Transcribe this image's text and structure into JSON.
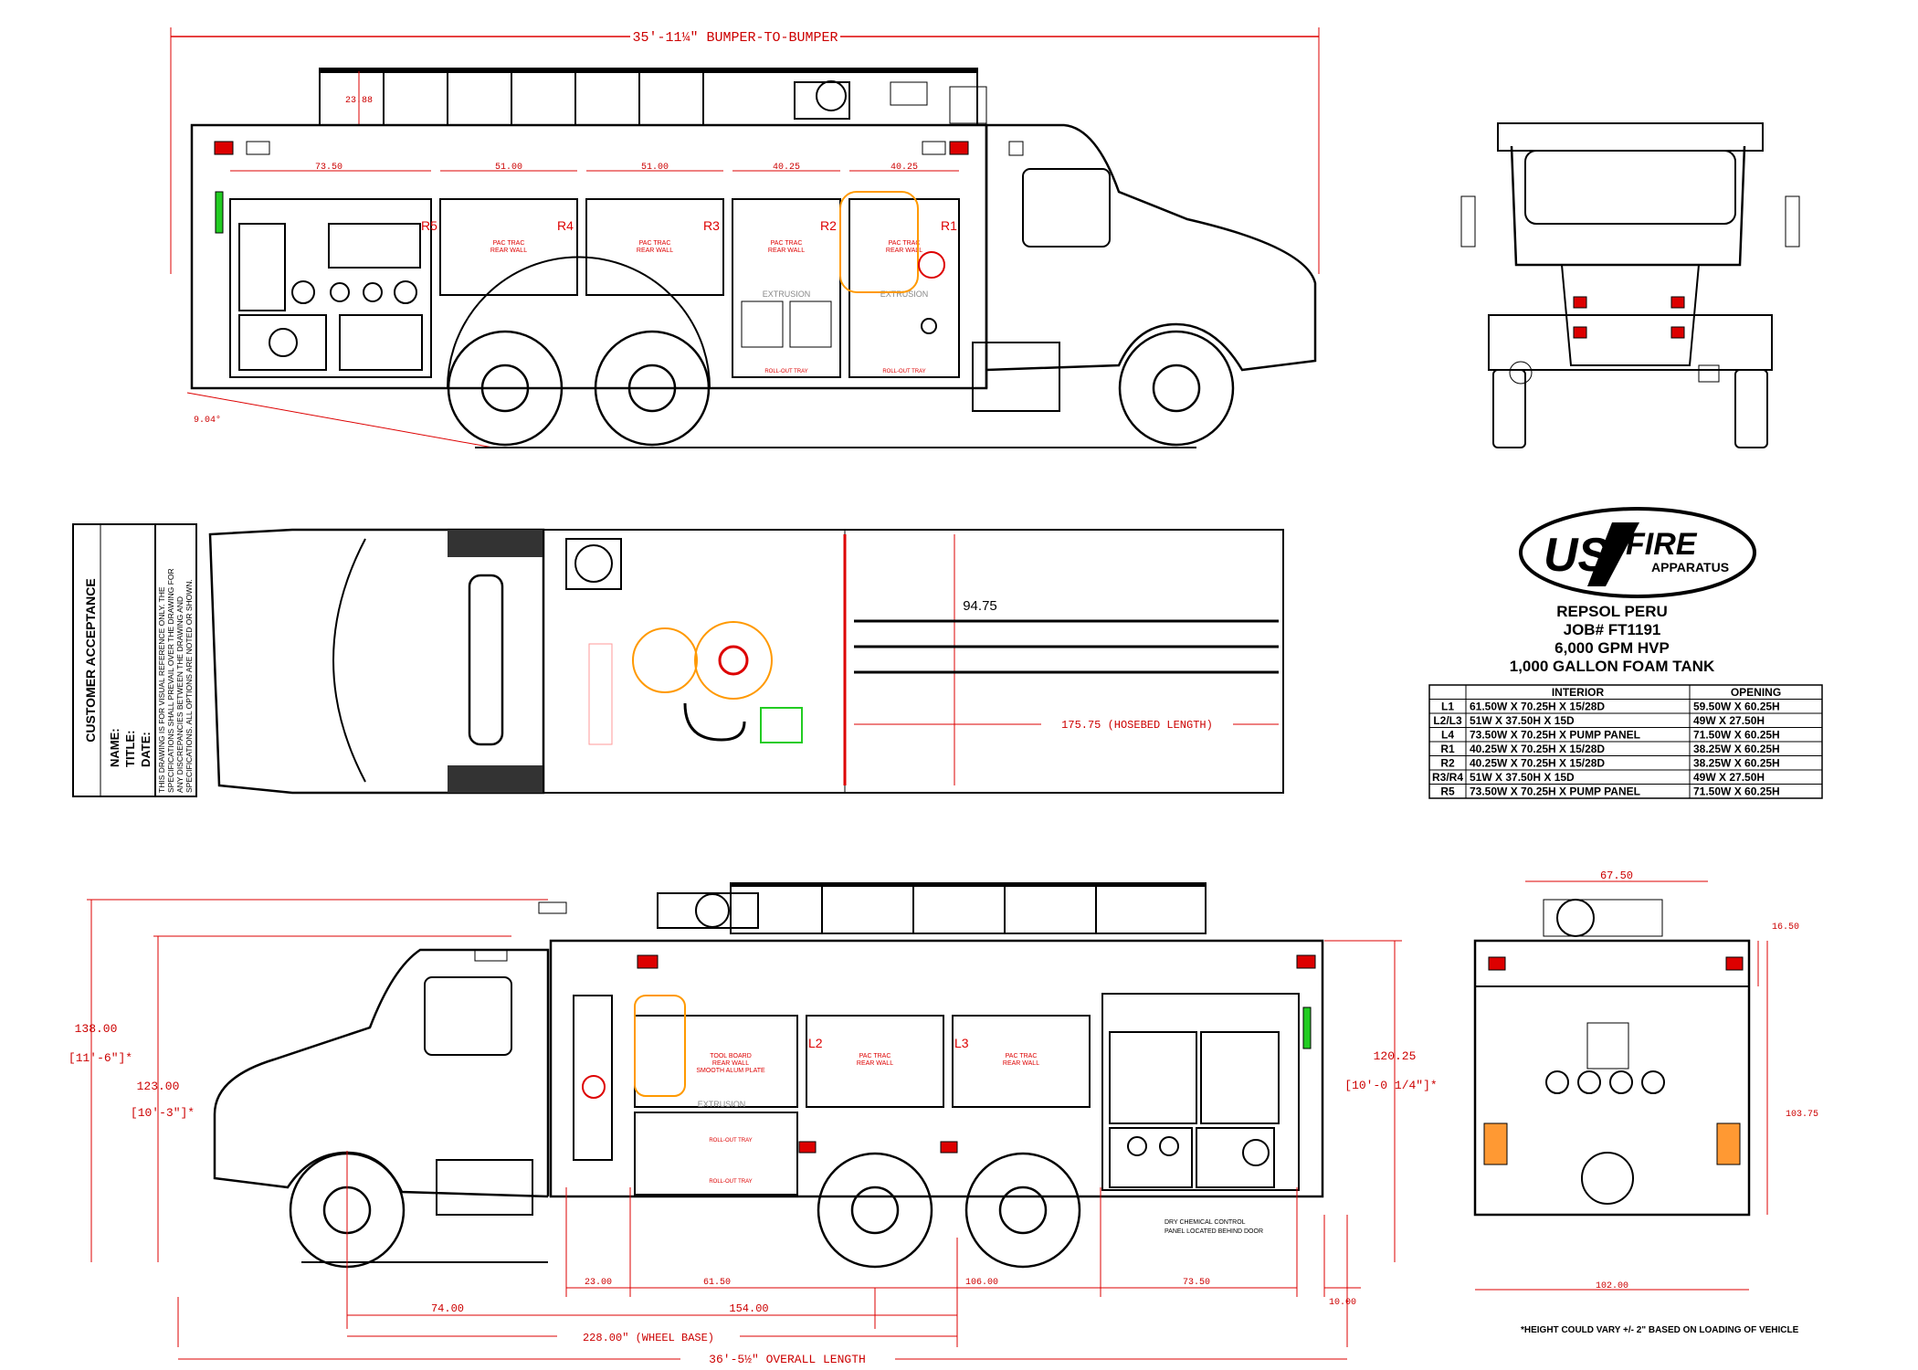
{
  "dimensions": {
    "bumper_to_bumper": "35'-11¼\" BUMPER-TO-BUMPER",
    "ladder_height": "23.88",
    "comp_r5_w": "73.50",
    "comp_r4_w": "51.00",
    "comp_r3_w": "51.00",
    "comp_r2_w": "40.25",
    "comp_r1_w": "40.25",
    "rear_angle": "9.04°",
    "hosebed_width": "94.75",
    "hosebed_length": "175.75 (HOSEBED LENGTH)",
    "height_138": "138.00",
    "height_138_ft": "[11'-6\"]*",
    "height_123": "123.00",
    "height_123_ft": "[10'-3\"]*",
    "height_120": "120.25",
    "height_120_ft": "[10'-0 1/4\"]*",
    "bottom_23": "23.00",
    "bottom_615": "61.50",
    "bottom_106": "106.00",
    "bottom_735": "73.50",
    "bottom_10": "10.00",
    "bottom_74": "74.00",
    "bottom_154": "154.00",
    "wheel_base": "228.00\" (WHEEL BASE)",
    "overall_length": "36'-5½\" OVERALL LENGTH",
    "rear_6750": "67.50",
    "rear_1650": "16.50",
    "rear_10375": "103.75",
    "rear_102": "102.00"
  },
  "compartment_labels": {
    "r5": "R5",
    "r4": "R4",
    "r3": "R3",
    "r2": "R2",
    "r1": "R1",
    "l2": "L2",
    "l3": "L3",
    "pac_trac": "PAC TRAC",
    "rear_wall": "REAR WALL",
    "tool_board_1": "TOOL BOARD",
    "tool_board_2": "REAR WALL",
    "tool_board_3": "SMOOTH ALUM PLATE",
    "extrusion": "EXTRUSION",
    "roll_out": "ROLL-OUT TRAY",
    "dry_chem_1": "DRY CHEMICAL CONTROL",
    "dry_chem_2": "PANEL LOCATED BEHIND DOOR"
  },
  "acceptance": {
    "heading": "CUSTOMER ACCEPTANCE",
    "name": "NAME:",
    "title": "TITLE:",
    "date": "DATE:",
    "disclaimer_1": "THIS DRAWING IS FOR VISUAL REFERENCE ONLY. THE",
    "disclaimer_2": "SPECIFICATIONS SHALL PREVAIL OVER THE DRAWING FOR",
    "disclaimer_3": "ANY DISCREPANCIES BETWEEN THE DRAWING AND",
    "disclaimer_4": "SPECIFICATIONS. ALL OPTIONS ARE NOTED OR SHOWN."
  },
  "logo": {
    "us": "US",
    "fire": "FIRE",
    "apparatus": "APPARATUS"
  },
  "job": {
    "customer": "REPSOL PERU",
    "job_no": "JOB# FT1191",
    "pump": "6,000 GPM HVP",
    "tank": "1,000 GALLON FOAM TANK"
  },
  "table": {
    "headers": [
      "",
      "INTERIOR",
      "OPENING"
    ],
    "rows": [
      [
        "L1",
        "61.50W X 70.25H X 15/28D",
        "59.50W X 60.25H"
      ],
      [
        "L2/L3",
        "51W X 37.50H X 15D",
        "49W X 27.50H"
      ],
      [
        "L4",
        "73.50W X 70.25H X PUMP PANEL",
        "71.50W X 60.25H"
      ],
      [
        "R1",
        "40.25W X 70.25H X 15/28D",
        "38.25W X 60.25H"
      ],
      [
        "R2",
        "40.25W X 70.25H X 15/28D",
        "38.25W X 60.25H"
      ],
      [
        "R3/R4",
        "51W X 37.50H X 15D",
        "49W X 27.50H"
      ],
      [
        "R5",
        "73.50W X 70.25H X PUMP PANEL",
        "71.50W X 60.25H"
      ]
    ]
  },
  "footnote": "*HEIGHT COULD VARY +/- 2\" BASED ON LOADING OF VEHICLE"
}
